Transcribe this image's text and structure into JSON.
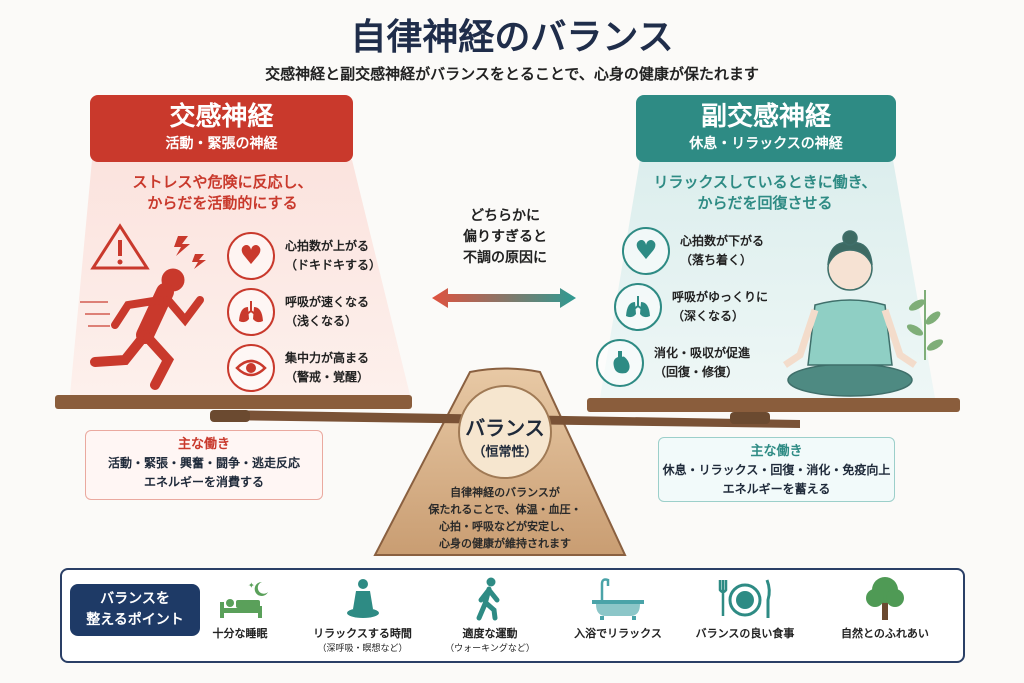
{
  "title": "自律神経のバランス",
  "subtitle": "交感神経と副交感神経がバランスをとることで、心身の健康が保たれます",
  "colors": {
    "sympathetic": "#c9392c",
    "parasympathetic": "#2e8b84",
    "navy": "#1e3a66",
    "wood": "#7a5236"
  },
  "sympathetic": {
    "title": "交感神経",
    "subtitle": "活動・緊張の神経",
    "lead": [
      "ストレスや危険に反応し、",
      "からだを活動的にする"
    ],
    "effects": [
      {
        "icon": "heart-icon",
        "line1": "心拍数が上がる",
        "line2": "（ドキドキする）"
      },
      {
        "icon": "lungs-icon",
        "line1": "呼吸が速くなる",
        "line2": "（浅くなる）"
      },
      {
        "icon": "eye-icon",
        "line1": "集中力が高まる",
        "line2": "（警戒・覚醒）"
      }
    ],
    "main": {
      "heading": "主な働き",
      "line1": "活動・緊張・興奮・闘争・逃走反応",
      "line2": "エネルギーを消費する"
    }
  },
  "parasympathetic": {
    "title": "副交感神経",
    "subtitle": "休息・リラックスの神経",
    "lead": [
      "リラックスしているときに働き、",
      "からだを回復させる"
    ],
    "effects": [
      {
        "icon": "heart-icon",
        "line1": "心拍数が下がる",
        "line2": "（落ち着く）"
      },
      {
        "icon": "lungs-icon",
        "line1": "呼吸がゆっくりに",
        "line2": "（深くなる）"
      },
      {
        "icon": "stomach-icon",
        "line1": "消化・吸収が促進",
        "line2": "（回復・修復）"
      }
    ],
    "main": {
      "heading": "主な働き",
      "line1": "休息・リラックス・回復・消化・免疫向上",
      "line2": "エネルギーを蓄える"
    }
  },
  "center": {
    "warning": [
      "どちらかに",
      "偏りすぎると",
      "不調の原因に"
    ],
    "balance": "バランス",
    "balance_sub": "（恒常性）",
    "desc": [
      "自律神経のバランスが",
      "保たれることで、体温・血圧・",
      "心拍・呼吸などが安定し、",
      "心身の健康が維持されます"
    ]
  },
  "points": {
    "badge": [
      "バランスを",
      "整えるポイント"
    ],
    "items": [
      {
        "icon": "sleep-icon",
        "label": "十分な睡眠",
        "sub": ""
      },
      {
        "icon": "meditation-icon",
        "label": "リラックスする時間",
        "sub": "（深呼吸・瞑想など）"
      },
      {
        "icon": "walking-icon",
        "label": "適度な運動",
        "sub": "（ウォーキングなど）"
      },
      {
        "icon": "bathtub-icon",
        "label": "入浴でリラックス",
        "sub": ""
      },
      {
        "icon": "meal-icon",
        "label": "バランスの良い食事",
        "sub": ""
      },
      {
        "icon": "tree-icon",
        "label": "自然とのふれあい",
        "sub": ""
      }
    ]
  }
}
